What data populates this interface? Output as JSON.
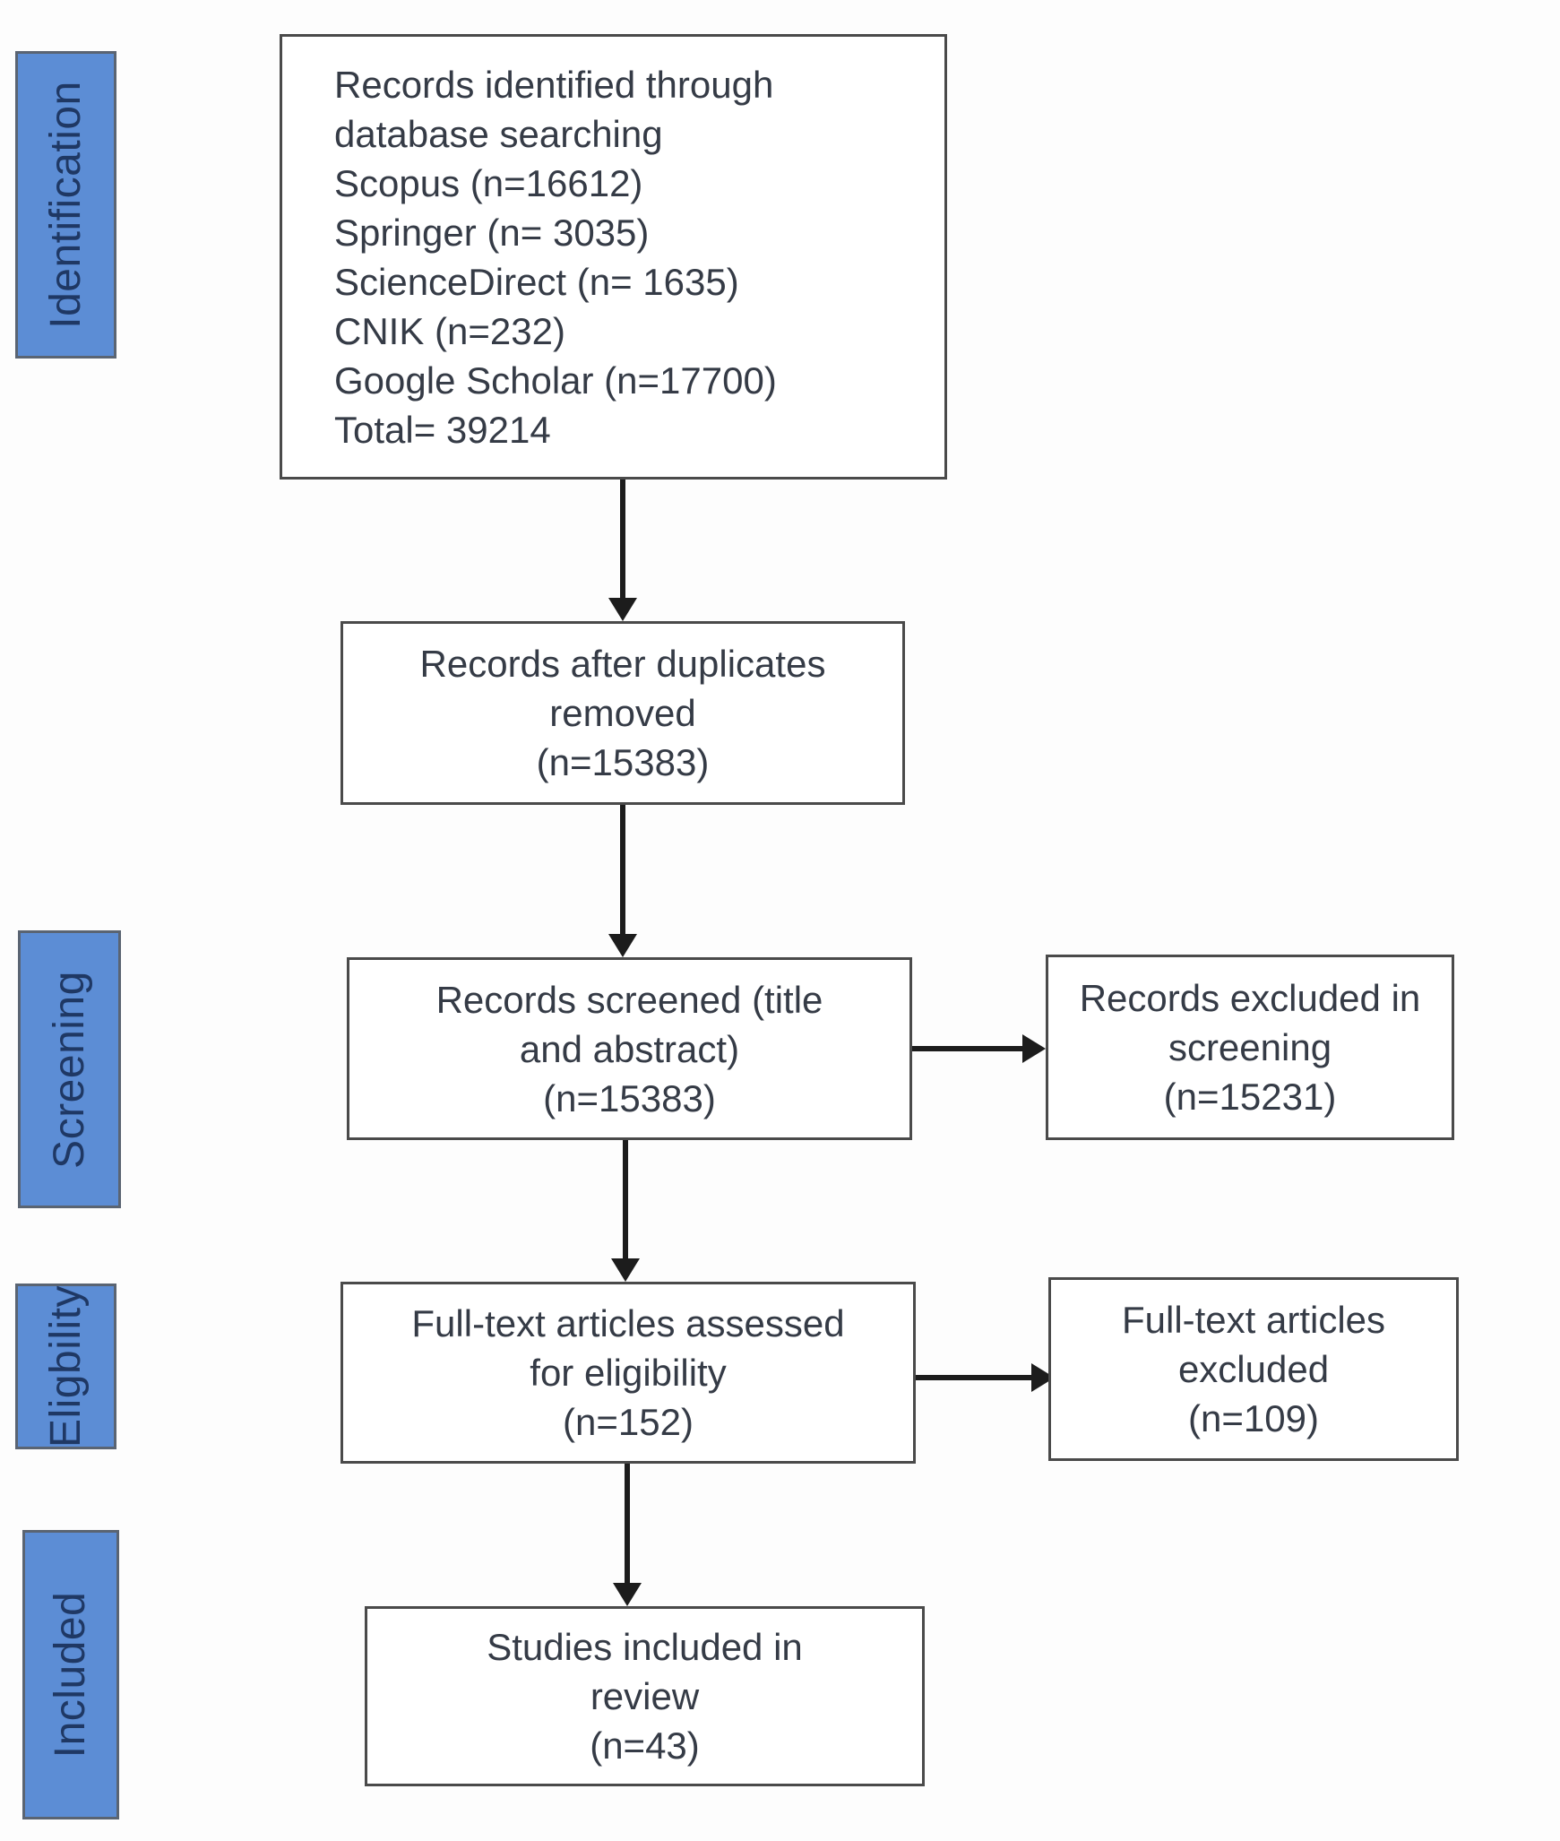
{
  "stages": [
    {
      "label": "Identification"
    },
    {
      "label": "Screening"
    },
    {
      "label": "Eligbility"
    },
    {
      "label": "Included"
    }
  ],
  "boxes": {
    "identified": {
      "lines": [
        "Records identified through",
        "database searching",
        "Scopus (n=16612)",
        "Springer (n= 3035)",
        "ScienceDirect (n= 1635)",
        "CNIK (n=232)",
        "Google Scholar (n=17700)",
        "Total= 39214"
      ]
    },
    "duplicates_removed": {
      "lines": [
        "Records after duplicates",
        "removed",
        "(n=15383)"
      ]
    },
    "screened": {
      "lines": [
        "Records screened (title",
        "and abstract)",
        "(n=15383)"
      ]
    },
    "excluded_screening": {
      "lines": [
        "Records excluded in",
        "screening",
        "(n=15231)"
      ]
    },
    "fulltext_assessed": {
      "lines": [
        "Full-text articles assessed",
        "for eligibility",
        "(n=152)"
      ]
    },
    "fulltext_excluded": {
      "lines": [
        "Full-text articles",
        "excluded",
        "(n=109)"
      ]
    },
    "included_review": {
      "lines": [
        "Studies included in",
        "review",
        "(n=43)"
      ]
    }
  },
  "colors": {
    "stage_fill": "#5c8dd5",
    "stage_border": "#5a6472",
    "stage_text": "#1f3864",
    "box_border": "#4a4a4a",
    "box_text": "#353b46",
    "arrow": "#1c1c1c"
  }
}
